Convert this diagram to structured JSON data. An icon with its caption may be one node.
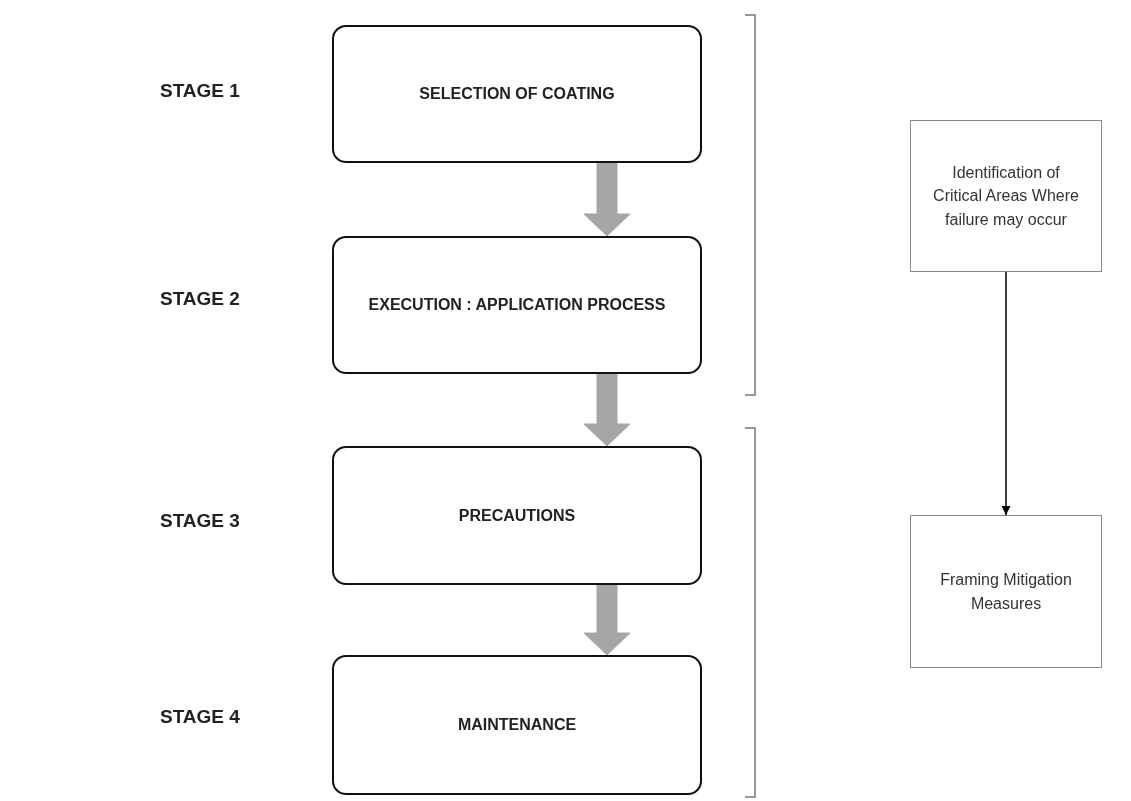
{
  "diagram": {
    "nodes": [
      {
        "text": [
          "SELECTION OF COATING"
        ]
      },
      {
        "text": [
          "EXECUTION : APPLICATION PROCESS"
        ]
      },
      {
        "text": [
          "PRECAUTIONS"
        ]
      },
      {
        "text": [
          "MAINTENANCE"
        ]
      },
      {
        "text": [
          "Identification of Critical Areas Where failure may occur"
        ]
      },
      {
        "text": [
          "Framing Mitigation Measures"
        ]
      }
    ],
    "edges": [
      {
        "from": 0,
        "to": 1,
        "arrow": "to",
        "style": "thick"
      },
      {
        "from": 1,
        "to": 2,
        "arrow": "to",
        "style": "thick"
      },
      {
        "from": 2,
        "to": 3,
        "arrow": "to",
        "style": "thick"
      },
      {
        "from": 4,
        "to": 5,
        "arrow": "to",
        "color": "#000000"
      }
    ],
    "labels": [
      "STAGE 1",
      "STAGE 2",
      "STAGE 3",
      "STAGE 4"
    ]
  }
}
